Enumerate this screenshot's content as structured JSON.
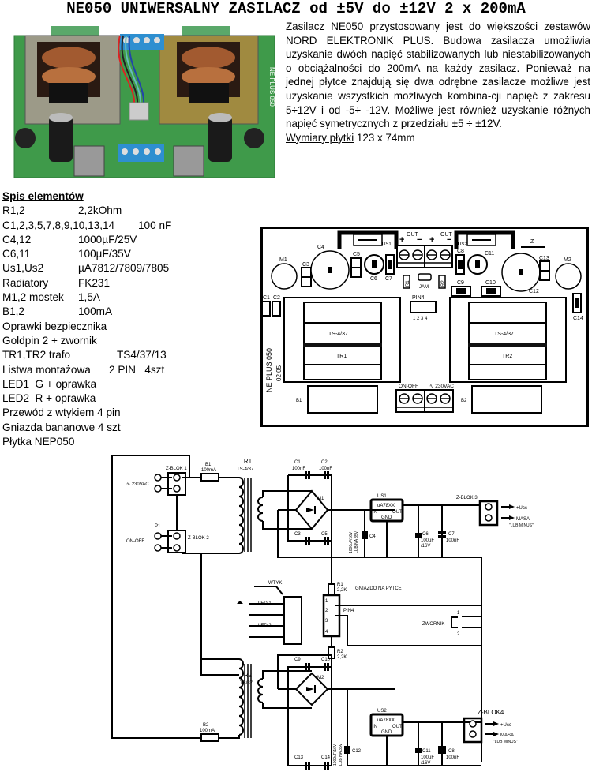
{
  "title": "NE050 UNIWERSALNY ZASILACZ od ±5V do ±12V 2 x 200mA",
  "photo": {
    "alt": "photo-of-assembled-power-supply-board",
    "board_label": "NE PLUS 050"
  },
  "description": {
    "paragraph": "Zasilacz NE050 przystosowany jest do większości zestawów NORD ELEKTRONIK PLUS. Budowa zasilacza umożliwia uzyskanie dwóch napięć stabilizowanych lub niestabilizowanych o obciążalności do 200mA na każdy zasilacz. Ponieważ na jednej płytce znajdują się dwa odrębne zasilacze możliwe jest uzyskanie wszystkich możliwych kombina-cji napięć z zakresu 5÷12V i od -5÷ -12V. Możliwe jest również uzyskanie różnych napięć symetrycznych z przedziału ±5 ÷ ±12V.",
    "dimensions_label": "Wymiary płytki",
    "dimensions_value": "123 x 74mm"
  },
  "parts_list": {
    "heading": "Spis elementów",
    "items": [
      {
        "ref": "R1,2",
        "value": "2,2kOhm"
      },
      {
        "ref": "C1,2,3,5,7,8,9,10,13,14",
        "value": "100 nF"
      },
      {
        "ref": "C4,12",
        "value": "1000µF/25V"
      },
      {
        "ref": "C6,11",
        "value": "100µF/35V"
      },
      {
        "ref": "Us1,Us2",
        "value": "µA7812/7809/7805"
      },
      {
        "ref": "Radiatory",
        "value": "FK231"
      },
      {
        "ref": "M1,2 mostek",
        "value": "1,5A"
      },
      {
        "ref": "B1,2",
        "value": "100mA"
      },
      {
        "ref": "Oprawki bezpiecznika",
        "value": ""
      },
      {
        "ref": "Goldpin 2 + zwornik",
        "value": ""
      },
      {
        "ref": "TR1,TR2 trafo",
        "value": "TS4/37/13"
      },
      {
        "ref": "Listwa montażowa",
        "value": "2 PIN   4szt"
      },
      {
        "ref": "LED1  G + oprawka",
        "value": ""
      },
      {
        "ref": "LED2  R + oprawka",
        "value": ""
      },
      {
        "ref": "Przewód z wtykiem 4 pin",
        "value": ""
      },
      {
        "ref": "Gniazda bananowe 4 szt",
        "value": ""
      },
      {
        "ref": "Płytka NEP050",
        "value": ""
      }
    ]
  },
  "pcb_layout": {
    "labels": {
      "us1": "US1",
      "us2": "US2",
      "out1": "OUT",
      "out2": "OUT",
      "plus": "+",
      "minus": "−",
      "c1": "C1",
      "c2": "C2",
      "c3": "C3",
      "c4": "C4",
      "c5": "C5",
      "c6": "C6",
      "c7": "C7",
      "c8": "C8",
      "c9": "C9",
      "c10": "C10",
      "c11": "C11",
      "c12": "C12",
      "c13": "C13",
      "c14": "C14",
      "m1": "M1",
      "m2": "M2",
      "r1": "R1",
      "r2": "R2",
      "jam": "JAM",
      "pin4": "PIN4",
      "pin_numbers": "1 2 3 4",
      "z": "Z",
      "ts1": "TS-4/37",
      "ts2": "TS-4/37",
      "tr1": "TR1",
      "tr2": "TR2",
      "b1": "B1",
      "b2": "B2",
      "onoff": "ON-OFF",
      "ac": "∿ 230VAC",
      "board_name": "NE PLUS 050",
      "board_date": "02 05"
    }
  },
  "schematic": {
    "labels": {
      "zblok1": "Z-BLOK 1",
      "zblok2": "Z-BLOK 2",
      "zblok3": "Z-BLOK 3",
      "zblok4": "Z-BLOK4",
      "ac_in": "∿ 230VAC",
      "p1": "P1",
      "onoff": "ON-OFF",
      "b1": "B1",
      "b1v": "100mA",
      "b2": "B2",
      "b2v": "100mA",
      "tr1": "TR1",
      "tr1v": "TS-4/37",
      "tr2": "TR2",
      "tr2v": "TS/37",
      "c1": "C1",
      "c2": "C2",
      "c3": "C3",
      "c5": "C5",
      "c9": "C9",
      "c10": "C10",
      "c13": "C13",
      "c14": "C14",
      "nf": "100nF",
      "m1": "M1",
      "m2": "M2",
      "c4": "C4",
      "c4v": "1000uF/16V",
      "c4v2": "LUB NA 35V",
      "c12": "C12",
      "c12v": "1000uF/16V",
      "c12v2": "LUB NA 35V",
      "us1": "US1",
      "us2": "US2",
      "reg": "uA78XX",
      "in": "IN",
      "out": "OUT",
      "gnd": "GND",
      "c6": "C6",
      "c6v": "100uF",
      "c6v2": "/16V",
      "c7": "C7",
      "c7v": "100nF",
      "c11": "C11",
      "c11v": "100uF",
      "c11v2": "/16V",
      "c8": "C8",
      "c8v": "100nF",
      "ucc": "+Ucc",
      "masa": "MASA",
      "lub_minus": "\"LUB MINUS\"",
      "r1": "R1",
      "r1v": "2,2K",
      "r2": "R2",
      "r2v": "2,2K",
      "wtyk": "WTYK",
      "gniazdo": "GNIAZDO NA PYTCE",
      "pin4": "PIN4",
      "led1": "LED 1",
      "led2": "LED 2",
      "zwornik": "ZWORNIK",
      "p_1": "1",
      "p_2": "2",
      "p_3": "3",
      "p_4": "4",
      "j1": "1",
      "j2": "2"
    }
  }
}
